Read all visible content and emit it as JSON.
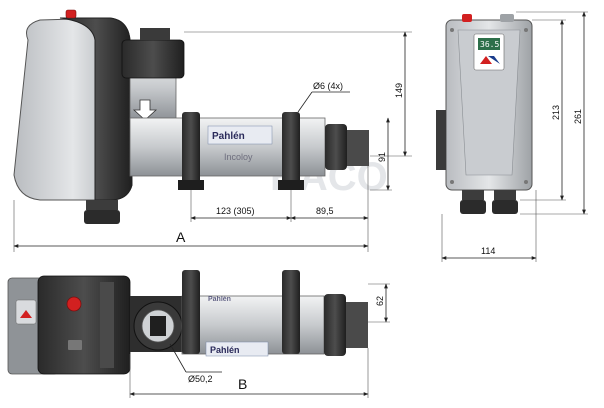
{
  "dimensions": {
    "a_total": "A",
    "b_total": "B",
    "mount_spacing": "123 (305)",
    "outlet_offset": "89,5",
    "box_height_right": "149",
    "pipe_height": "91",
    "front_height": "213",
    "front_total_height": "261",
    "front_width": "114",
    "top_view_height": "62",
    "hole_dia": "Ø6 (4x)",
    "pipe_dia": "Ø50,2"
  },
  "labels": {
    "brand": "Pahlén",
    "material": "Incoloy",
    "display_value": "36.5",
    "watermark": "BACO"
  },
  "colors": {
    "body_dark": "#3a3a3a",
    "body_gray": "#9a9ea3",
    "tube_light": "#d8dadd",
    "accent_red": "#d22020",
    "accent_blue": "#1a3c8c",
    "display_green": "#2d6f4a"
  }
}
